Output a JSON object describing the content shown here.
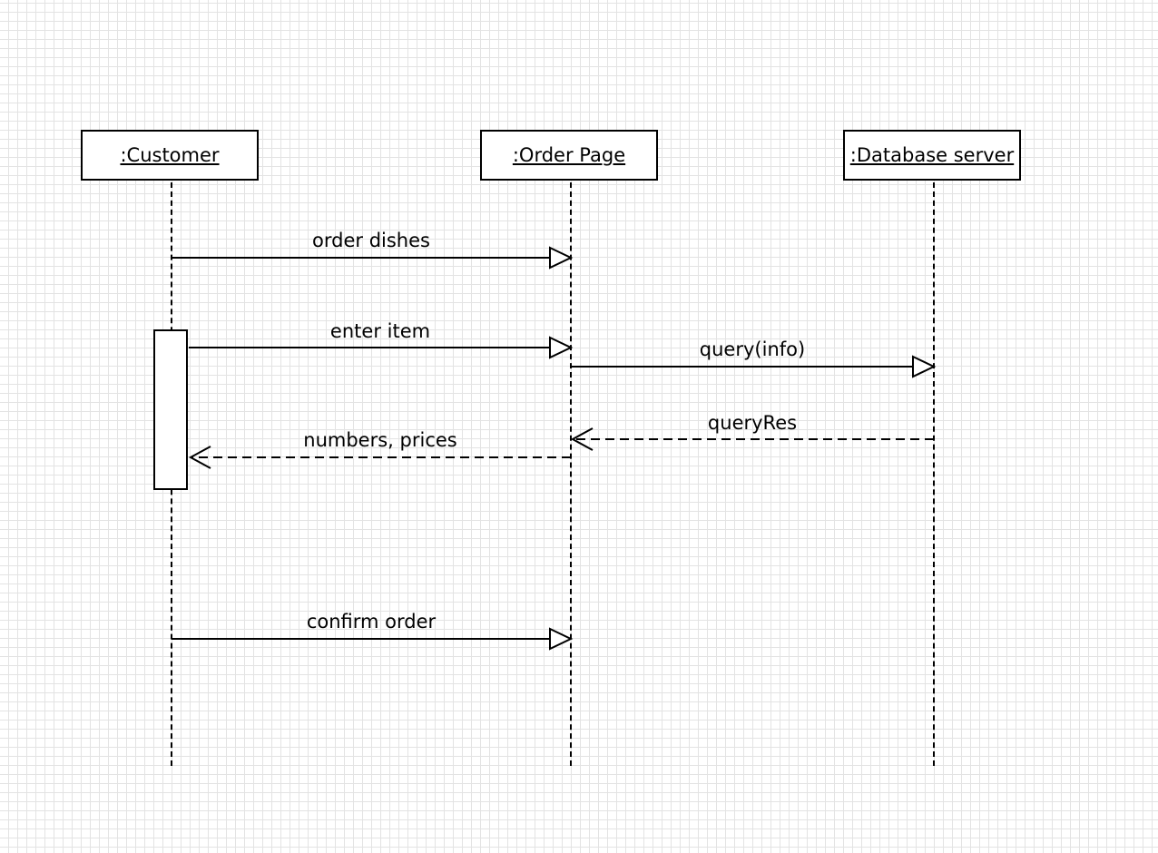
{
  "lifelines": [
    {
      "id": "customer",
      "label": ":Customer"
    },
    {
      "id": "order_page",
      "label": ":Order Page"
    },
    {
      "id": "database",
      "label": ":Database server"
    }
  ],
  "messages": [
    {
      "label": "order dishes",
      "type": "sync"
    },
    {
      "label": "enter item",
      "type": "sync"
    },
    {
      "label": "query(info)",
      "type": "sync"
    },
    {
      "label": "queryRes",
      "type": "return"
    },
    {
      "label": "numbers, prices",
      "type": "return"
    },
    {
      "label": "confirm order",
      "type": "sync"
    }
  ]
}
